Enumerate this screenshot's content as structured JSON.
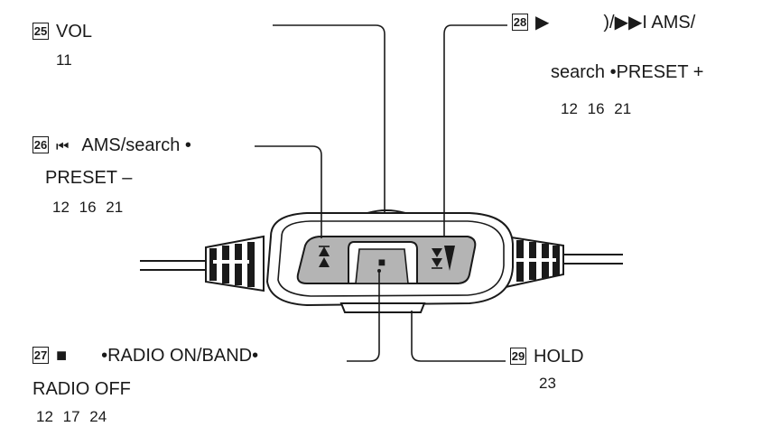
{
  "callouts": [
    {
      "id": "vol",
      "number": "25",
      "title": "VOL",
      "line2": "",
      "pages": "11"
    },
    {
      "id": "prev",
      "number": "26",
      "icon": "⏮",
      "title": "AMS/search •",
      "line2": "PRESET –",
      "pages": "12 16 21"
    },
    {
      "id": "stop",
      "number": "27",
      "icon": "■",
      "title": "•RADIO ON/BAND•",
      "line2": "RADIO OFF",
      "pages": "12 17 24"
    },
    {
      "id": "next",
      "number": "28",
      "icon": "▶",
      "title": ")/▶▶I AMS/",
      "line2": "search •PRESET +",
      "pages": "12 16 21"
    },
    {
      "id": "hold",
      "number": "29",
      "title": "HOLD",
      "line2": "",
      "pages": "23"
    }
  ],
  "device": {
    "stop_symbol": "■"
  }
}
